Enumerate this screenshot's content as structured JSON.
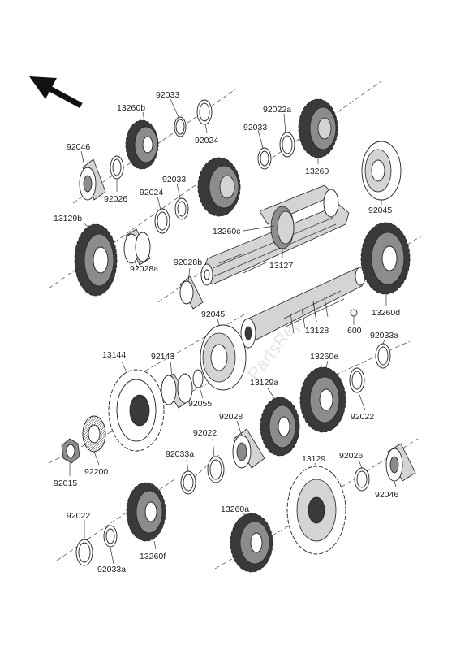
{
  "watermark": "PartsRepublik",
  "labels": {
    "p92033_top": "92033",
    "p13260b": "13260b",
    "p92024_top": "92024",
    "p92022a": "92022a",
    "p92046_top": "92046",
    "p92033_mid": "92033",
    "p13260": "13260",
    "p92026_top": "92026",
    "p92033_left": "92033",
    "p92024_mid": "92024",
    "p92045_top": "92045",
    "p13129b": "13129b",
    "p13260c": "13260c",
    "p92028a": "92028a",
    "p13127": "13127",
    "p92028b": "92028b",
    "p13260d": "13260d",
    "p92045_mid": "92045",
    "p13128": "13128",
    "p600": "600",
    "p92033a_right": "92033a",
    "p13144": "13144",
    "p92143": "92143",
    "p13260e": "13260e",
    "p92055": "92055",
    "p13129a": "13129a",
    "p92028": "92028",
    "p92022_right": "92022",
    "p92022_mid": "92022",
    "p92033a_mid": "92033a",
    "p92200": "92200",
    "p92015": "92015",
    "p92026_bot": "92026",
    "p13129": "13129",
    "p92046_bot": "92046",
    "p92022_bot": "92022",
    "p13260a": "13260a",
    "p13260f": "13260f",
    "p92033a_bot": "92033a"
  }
}
